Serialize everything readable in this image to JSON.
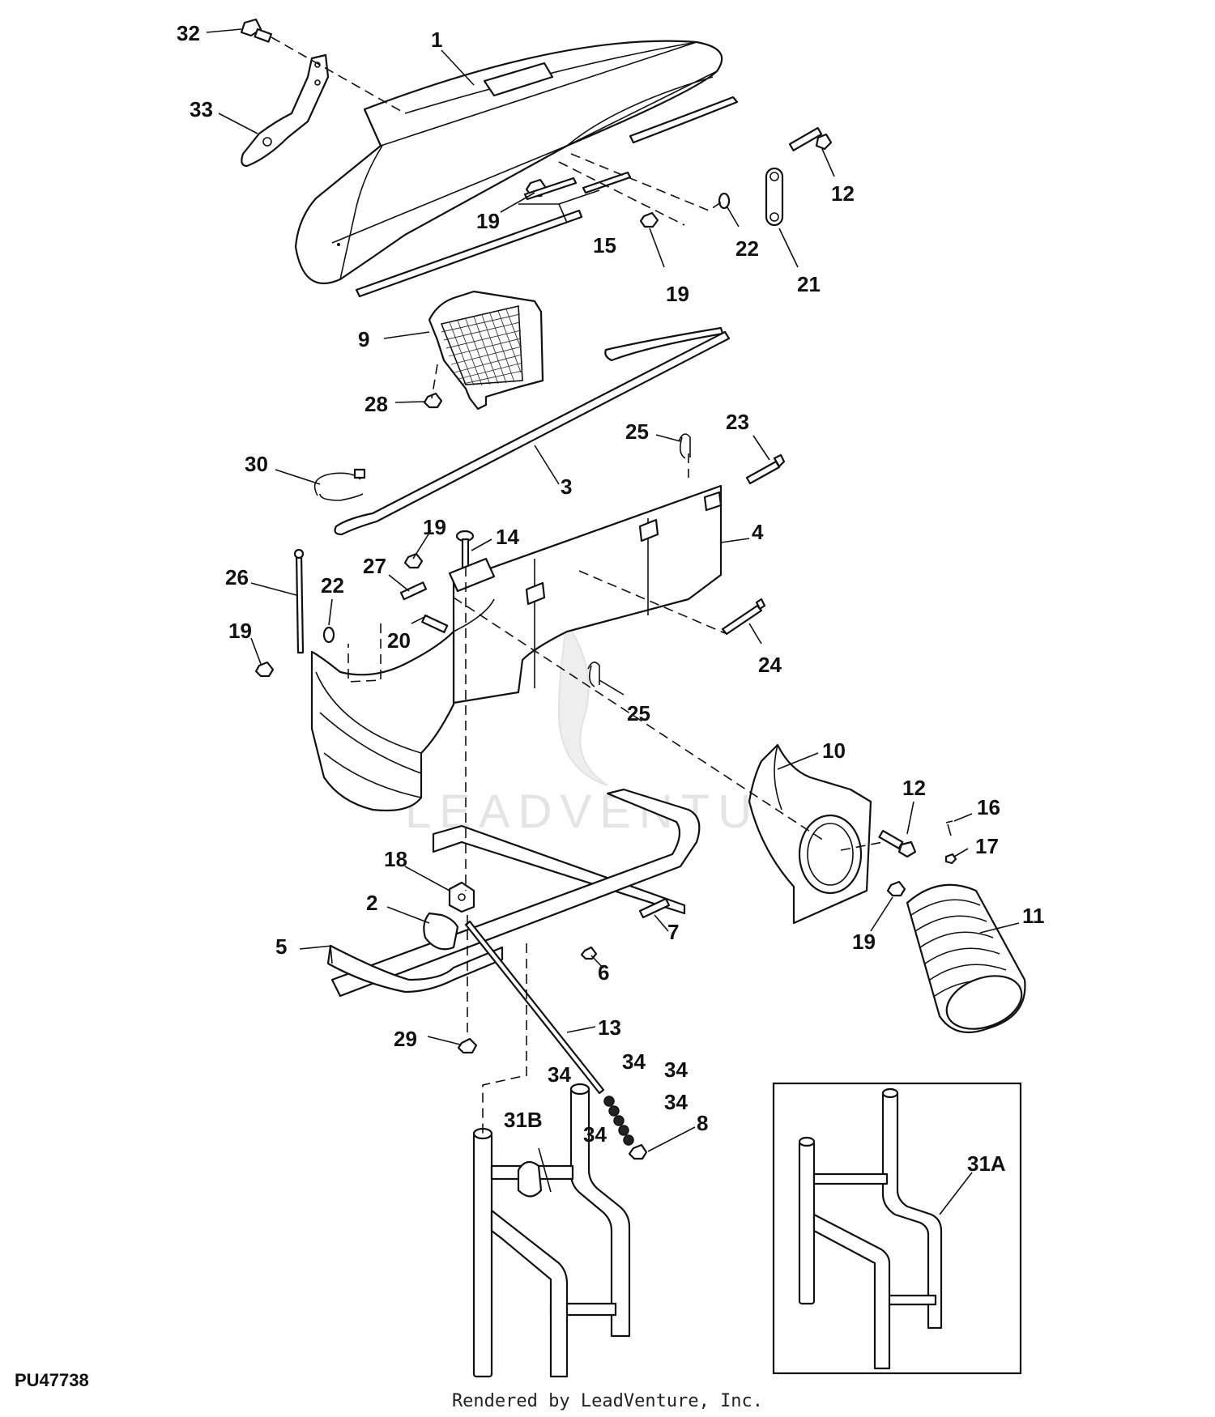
{
  "diagram": {
    "figure_id": "PU47738",
    "credit": "Rendered by LeadVenture, Inc.",
    "watermark": "LEADVENTURE",
    "callouts": {
      "c1": "1",
      "c2": "2",
      "c3": "3",
      "c4": "4",
      "c5": "5",
      "c6": "6",
      "c7": "7",
      "c8": "8",
      "c9": "9",
      "c10": "10",
      "c11": "11",
      "c12a": "12",
      "c12b": "12",
      "c13": "13",
      "c14": "14",
      "c15": "15",
      "c16": "16",
      "c17": "17",
      "c18": "18",
      "c19a": "19",
      "c19b": "19",
      "c19c": "19",
      "c19d": "19",
      "c19e": "19",
      "c20": "20",
      "c21": "21",
      "c22a": "22",
      "c22b": "22",
      "c23": "23",
      "c24": "24",
      "c25a": "25",
      "c25b": "25",
      "c26": "26",
      "c27": "27",
      "c28": "28",
      "c29": "29",
      "c30": "30",
      "c31a": "31A",
      "c31b": "31B",
      "c32": "32",
      "c33": "33",
      "c34a": "34",
      "c34b": "34",
      "c34c": "34",
      "c34d": "34",
      "c34e": "34"
    }
  }
}
